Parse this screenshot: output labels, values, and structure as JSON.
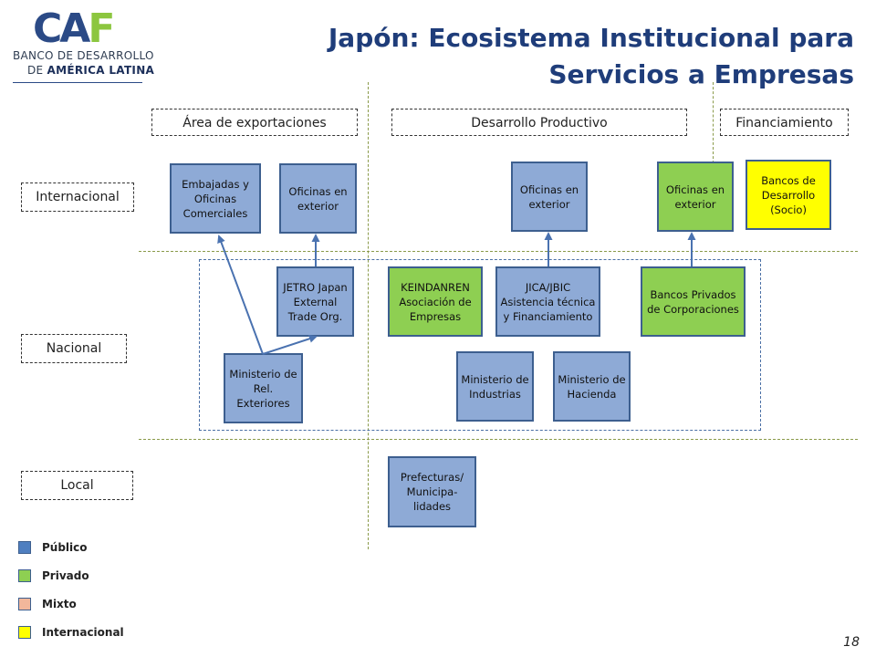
{
  "logo": {
    "mark_c": "CA",
    "mark_f": "F",
    "line1": "BANCO DE DESARROLLO",
    "line2_prefix": "DE ",
    "line2_bold": "AMÉRICA LATINA"
  },
  "title_line1": "Japón: Ecosistema Institucional para",
  "title_line2": "Servicios a Empresas",
  "columns": {
    "export": "Área de exportaciones",
    "productive": "Desarrollo Productivo",
    "finance": "Financiamiento"
  },
  "rows": {
    "international": "Internacional",
    "national": "Nacional",
    "local": "Local"
  },
  "nodes": {
    "embajadas": "Embajadas y Oficinas Comerciales",
    "oficinas_exp": "Oficinas en exterior",
    "oficinas_prod": "Oficinas en exterior",
    "oficinas_fin": "Oficinas en exterior",
    "bancos_desarrollo": "Bancos de Desarrollo (Socio)",
    "jetro": "JETRO Japan External Trade Org.",
    "keindanren": "KEINDANREN Asociación de Empresas",
    "jica": "JICA/JBIC Asistencia técnica y Financiamiento",
    "bancos_privados": "Bancos Privados de Corporaciones",
    "ministerio_rel": "Ministerio de Rel. Exteriores",
    "ministerio_ind": "Ministerio de Industrias",
    "ministerio_hac": "Ministerio de Hacienda",
    "prefecturas": "Prefecturas/ Municipa- lidades"
  },
  "legend": [
    {
      "label": "Público",
      "color": "#4f7fc0"
    },
    {
      "label": "Privado",
      "color": "#8ecf52"
    },
    {
      "label": "Mixto",
      "color": "#f2b79b"
    },
    {
      "label": "Internacional",
      "color": "#ffff00"
    }
  ],
  "colors": {
    "public": "#8eaad6",
    "private": "#8ecf52",
    "international": "#ffff00",
    "title": "#1f3d7a"
  },
  "page_number": "18"
}
